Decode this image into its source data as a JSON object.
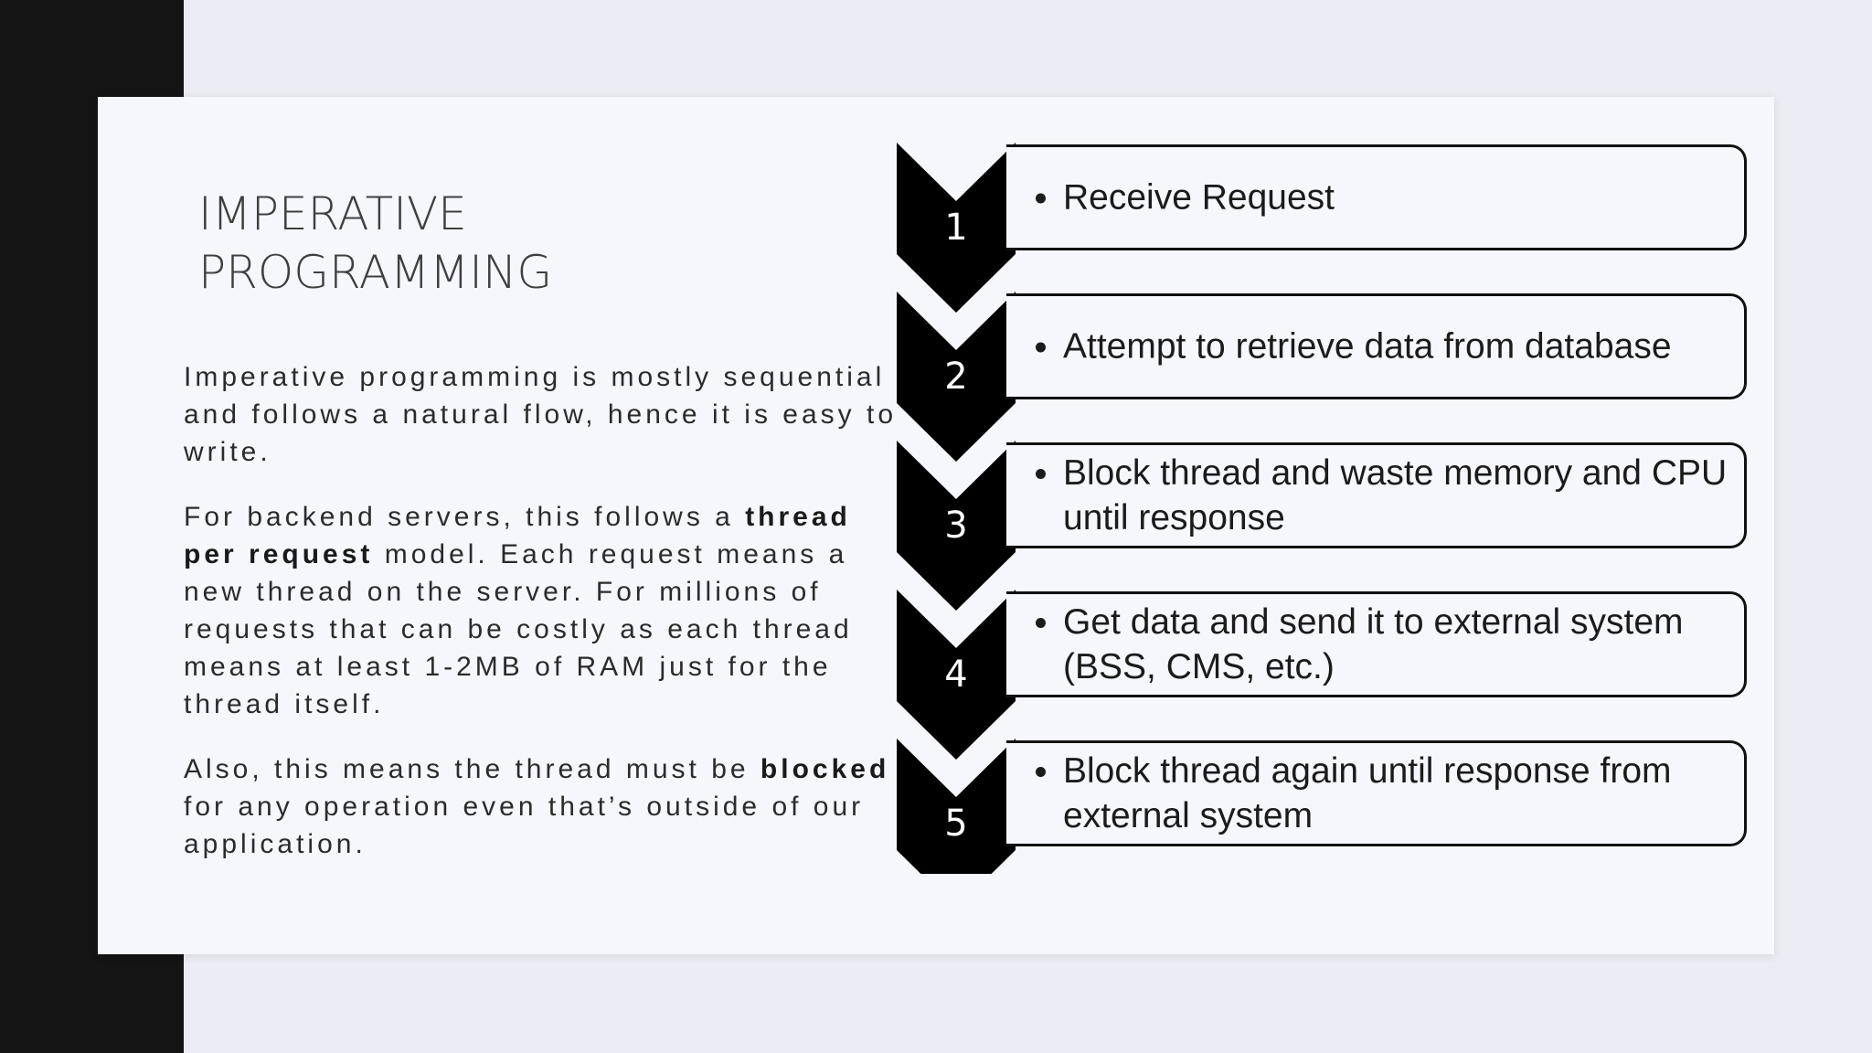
{
  "slide": {
    "title_line1": "IMPERATIVE",
    "title_line2": "PROGRAMMING",
    "paragraphs": [
      {
        "text_a": "Imperative programming is mostly sequential and follows a natural flow, hence it is easy to write."
      },
      {
        "text_a": "For backend servers, this follows a ",
        "bold": "thread per request",
        "text_b": " model. Each request means a new thread on the server. For millions of requests that can be costly as each thread means at least 1-2MB of RAM just for the thread itself."
      },
      {
        "text_a": "Also, this means the thread must be ",
        "bold": "blocked",
        "text_b": " for any operation even that’s outside of our application."
      }
    ],
    "steps": [
      {
        "number": "1",
        "text": "Receive Request"
      },
      {
        "number": "2",
        "text": "Attempt to retrieve data from database"
      },
      {
        "number": "3",
        "text": "Block thread and waste memory and CPU until response"
      },
      {
        "number": "4",
        "text": "Get data and send it to external system (BSS, CMS, etc.)"
      },
      {
        "number": "5",
        "text": "Block thread again until response from external system"
      }
    ],
    "colors": {
      "background": "#ecedf4",
      "side_bar": "#141414",
      "card": "#f6f7fc",
      "chevron": "#000000",
      "text": "#2b2b2b"
    }
  }
}
